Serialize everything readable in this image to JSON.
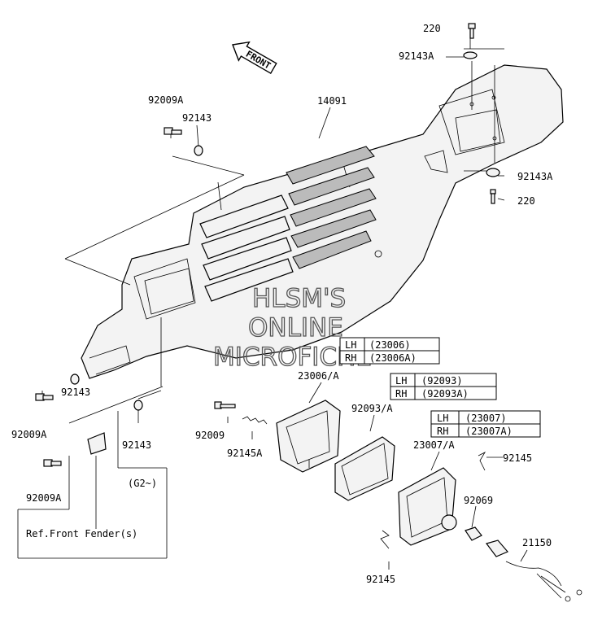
{
  "direction_arrow": "FRONT",
  "watermark": [
    "HLSM'S",
    "ONLINE",
    "MICROFICHE"
  ],
  "callouts": {
    "p220_top": "220",
    "p92143a_top": "92143A",
    "p14091": "14091",
    "p92009a_top": "92009A",
    "p92143_top": "92143",
    "p92143a_right": "92143A",
    "p220_right": "220",
    "p23006": "23006/A",
    "p92093": "92093/A",
    "p23007": "23007/A",
    "p92143_left": "92143",
    "p92009a_left": "92009A",
    "p92143_mid": "92143",
    "p92009a_bottom": "92009A",
    "p92009": "92009",
    "p92145a": "92145A",
    "p92145_right": "92145",
    "p92069": "92069",
    "p21150": "21150",
    "p92145_bottom": "92145",
    "g2_note": "(G2~)",
    "ref_note": "Ref.Front Fender(s)"
  },
  "tables": {
    "t23006": {
      "rows": [
        [
          "LH",
          "(23006)"
        ],
        [
          "RH",
          "(23006A)"
        ]
      ]
    },
    "t92093": {
      "rows": [
        [
          "LH",
          "(92093)"
        ],
        [
          "RH",
          "(92093A)"
        ]
      ]
    },
    "t23007": {
      "rows": [
        [
          "LH",
          "(23007)"
        ],
        [
          "RH",
          "(23007A)"
        ]
      ]
    }
  }
}
